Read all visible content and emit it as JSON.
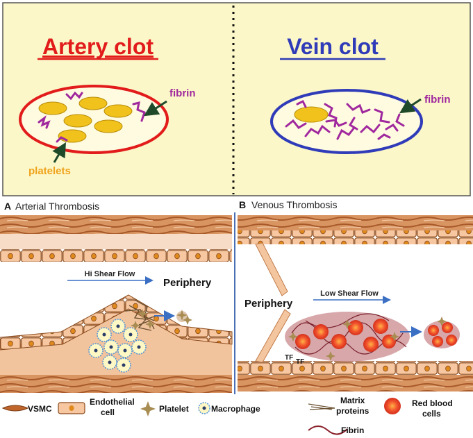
{
  "top_panel": {
    "artery_title": "Artery clot",
    "vein_title": "Vein clot",
    "artery_fibrin_label": "fibrin",
    "artery_platelets_label": "platelets",
    "vein_fibrin_label": "fibrin",
    "colors": {
      "background": "#fbf7c8",
      "artery": "#e21b1b",
      "vein": "#2f3bb8",
      "fibrin": "#a0289e",
      "platelet": "#f1c21b",
      "label_orange": "#f0a21a",
      "arrow_green": "#1f4a2a"
    }
  },
  "panel_a": {
    "letter": "A",
    "title": "Arterial Thrombosis",
    "flow_label": "Hi Shear Flow",
    "periphery_label": "Periphery"
  },
  "panel_b": {
    "letter": "B",
    "title": "Venous Thrombosis",
    "flow_label": "Low Shear Flow",
    "periphery_label": "Periphery",
    "tf_labels": [
      "TF",
      "TF"
    ]
  },
  "legend": {
    "vsmc": "VSMC",
    "endothelial_line1": "Endothelial",
    "endothelial_line2": "cell",
    "platelet": "Platelet",
    "macrophage": "Macrophage",
    "matrix_line1": "Matrix",
    "matrix_line2": "proteins",
    "rbc_line1": "Red blood",
    "rbc_line2": "cells",
    "fibrin": "Fibrin"
  }
}
